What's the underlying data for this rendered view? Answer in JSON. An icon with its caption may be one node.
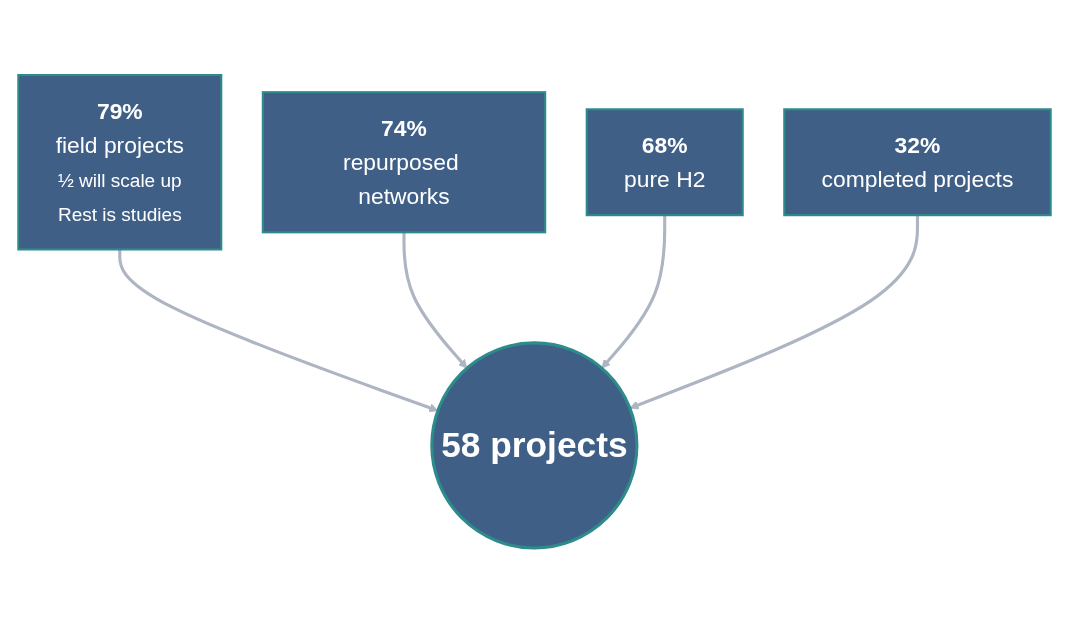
{
  "diagram": {
    "nodes": [
      {
        "text": [
          "79%",
          "field projects",
          "½ will scale up",
          "Rest is studies"
        ]
      },
      {
        "text": [
          "74%",
          "repurposed networks"
        ]
      },
      {
        "text": [
          "68%",
          "pure H2"
        ]
      },
      {
        "text": [
          "32%",
          "completed projects"
        ]
      },
      {
        "text": [
          "58 projects"
        ]
      }
    ],
    "edges": [
      {
        "from": 0,
        "to": 4,
        "arrow": "to"
      },
      {
        "from": 1,
        "to": 4,
        "arrow": "to"
      },
      {
        "from": 2,
        "to": 4,
        "arrow": "to"
      },
      {
        "from": 3,
        "to": 4,
        "arrow": "to"
      }
    ]
  }
}
